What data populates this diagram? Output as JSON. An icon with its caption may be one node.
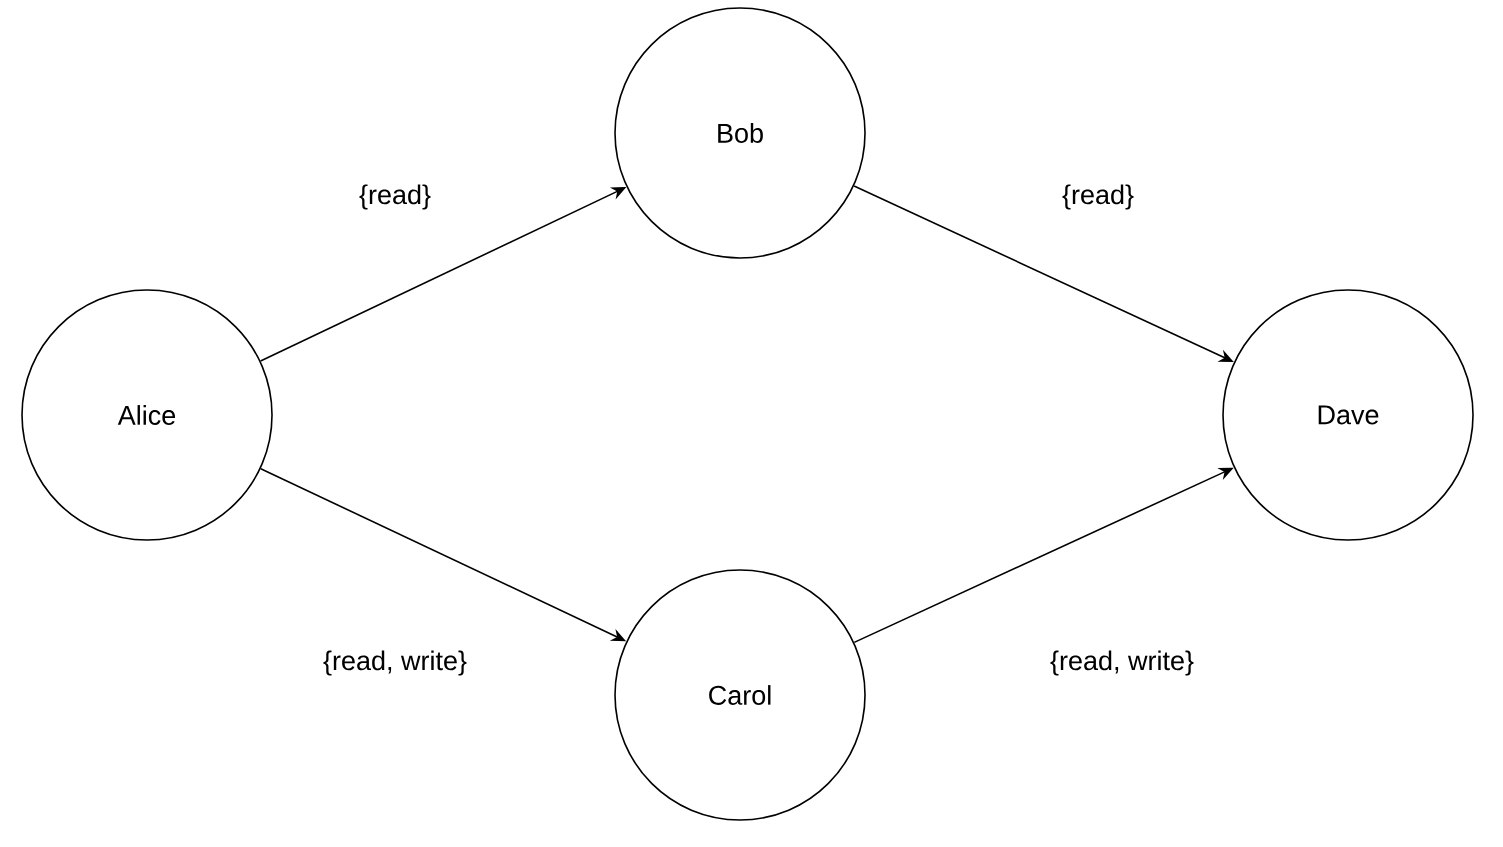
{
  "diagram": {
    "nodes": [
      {
        "text": [
          "Alice"
        ]
      },
      {
        "text": [
          "Bob"
        ]
      },
      {
        "text": [
          "Carol"
        ]
      },
      {
        "text": [
          "Dave"
        ]
      }
    ],
    "edges": [
      {
        "from": 0,
        "to": 1,
        "arrow": "to",
        "label": "{read}"
      },
      {
        "from": 1,
        "to": 3,
        "arrow": "to",
        "label": "{read}"
      },
      {
        "from": 0,
        "to": 2,
        "arrow": "to",
        "label": "{read, write}"
      },
      {
        "from": 2,
        "to": 3,
        "arrow": "to",
        "label": "{read, write}"
      }
    ]
  }
}
